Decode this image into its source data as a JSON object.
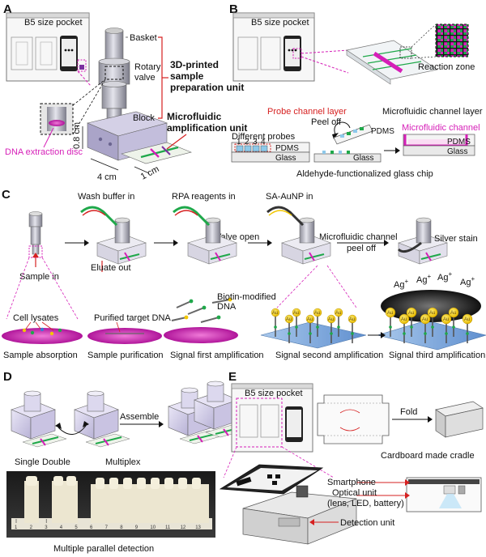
{
  "panels": {
    "A": {
      "letter": "A",
      "pocket_label": "B5 size pocket",
      "basket": "Basket",
      "rotary_valve": "Rotary\nvalve",
      "block": "Block",
      "sample_prep_unit": "3D-printed\nsample\npreparation unit",
      "microfluidic_unit": "Microfluidic\namplification unit",
      "height_dim": "0.8 cm",
      "length_dim": "4 cm",
      "width_dim": "1 cm",
      "dna_disc": "DNA extraction disc"
    },
    "B": {
      "letter": "B",
      "pocket_label": "B5 size pocket",
      "reaction_zone": "Reaction zone",
      "probe_layer": "Probe channel layer",
      "microfluidic_layer": "Microfluidic channel layer",
      "different_probes": "Different probes",
      "probe_numbers": [
        "1",
        "2",
        "3",
        "4"
      ],
      "pdms": "PDMS",
      "glass": "Glass",
      "peel_off": "Peel off",
      "microfluidic_channel": "Microfluidic channel",
      "chip_caption": "Aldehyde-functionalized glass chip"
    },
    "C": {
      "letter": "C",
      "wash_buffer": "Wash buffer in",
      "rpa_reagents": "RPA reagents in",
      "sa_aunp": "SA-AuNP in",
      "eluate_out": "Eluate out",
      "valve_open": "Valve open",
      "microfluidic_peel": "Microfluidic channel\npeel off",
      "silver_stain": "Silver stain",
      "sample_in": "Sample in",
      "cell_lysates": "Cell lysates",
      "purified_dna": "Purified target DNA",
      "biotin_dna": "Biotin-modified\nDNA",
      "au": "Au",
      "ag_plus": "Ag",
      "superscript_plus": "+",
      "steps": [
        "Sample absorption",
        "Sample purification",
        "Signal first amplification",
        "Signal second amplification",
        "Signal third amplification"
      ]
    },
    "D": {
      "letter": "D",
      "assemble": "Assemble",
      "single": "Single",
      "double": "Double",
      "multiplex": "Multiplex",
      "ruler_numbers": [
        "1",
        "2",
        "3",
        "4",
        "5",
        "6",
        "7",
        "8",
        "9",
        "10",
        "11",
        "12",
        "13"
      ],
      "caption": "Multiple parallel detection"
    },
    "E": {
      "letter": "E",
      "pocket_label": "B5 size pocket",
      "fold": "Fold",
      "cradle": "Cardboard made cradle",
      "smartphone": "Smartphone",
      "optical_unit": "Optical unit\n(lens, LED, battery)",
      "detection_unit": "Detection unit"
    }
  },
  "colors": {
    "magenta": "#d61fb8",
    "red": "#d62020",
    "green": "#1fa84a",
    "purple": "#7b2fa0",
    "gold": "#f2c700",
    "gray": "#9a9a9a"
  }
}
